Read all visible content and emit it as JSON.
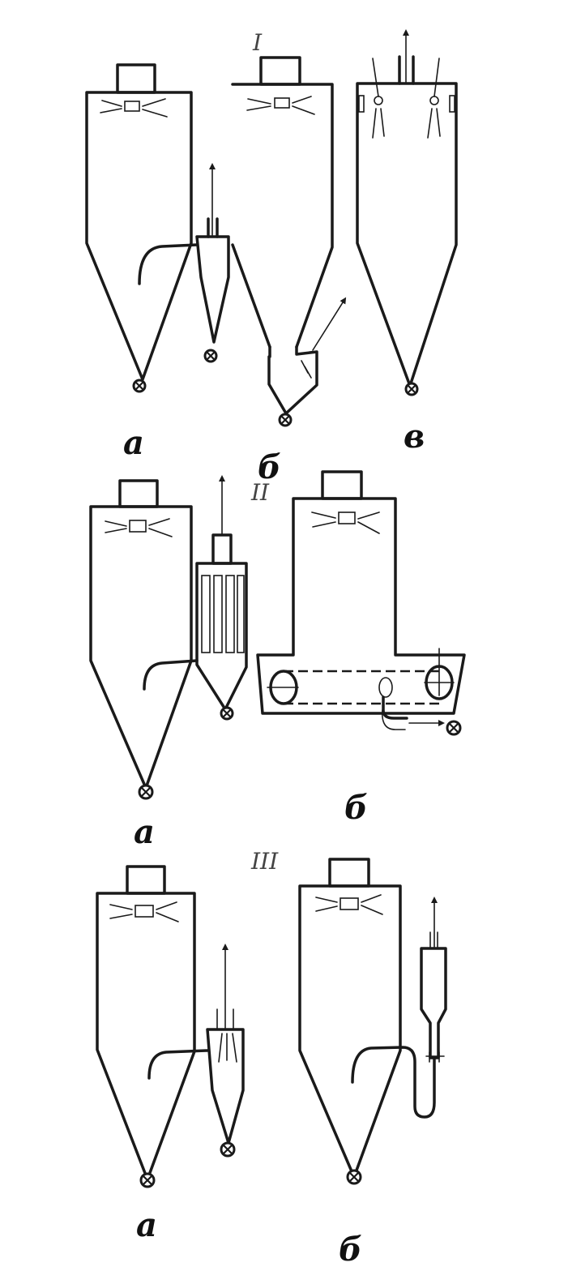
{
  "sections": [
    {
      "numeral": "I",
      "labels": [
        "а",
        "б",
        "в"
      ]
    },
    {
      "numeral": "II",
      "labels": [
        "а",
        "б"
      ]
    },
    {
      "numeral": "III",
      "labels": [
        "а",
        "б"
      ]
    }
  ]
}
